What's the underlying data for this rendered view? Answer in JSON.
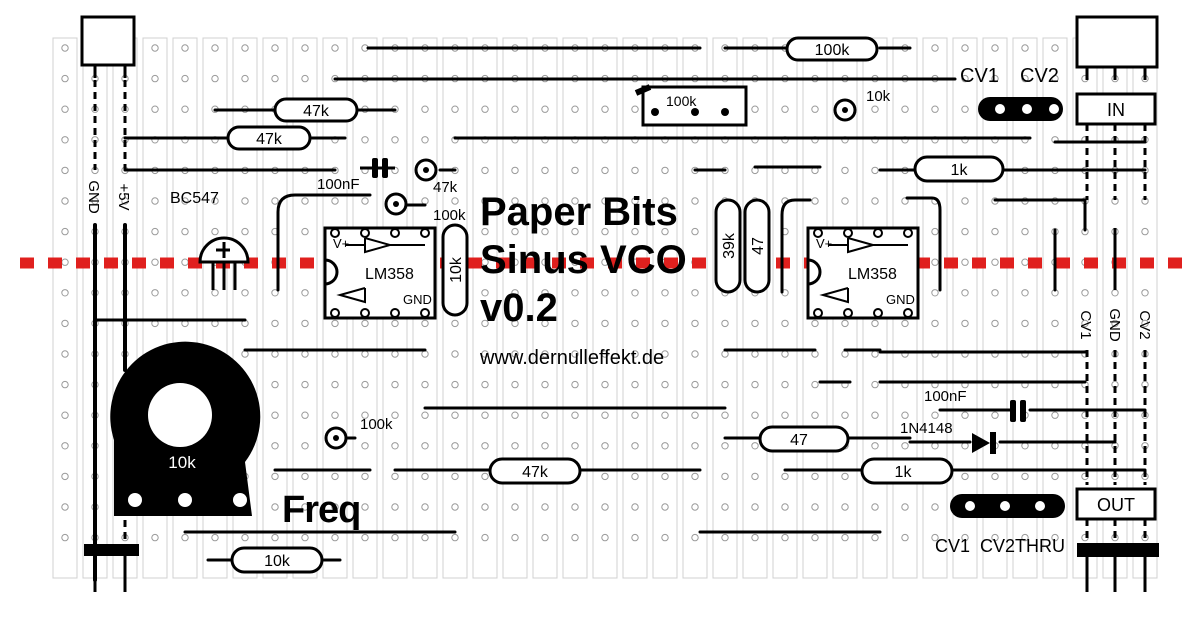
{
  "title": {
    "line1": "Paper Bits",
    "line2": "Sinus VCO",
    "line3": "v0.2",
    "url": "www.dernulleffekt.de"
  },
  "labels": {
    "gnd_left": "GND",
    "plus5v": "+5V",
    "bc547": "BC547",
    "cap_100nf_top": "100nF",
    "r47k_mid": "47k",
    "r100k_mid": "100k",
    "lm358_left": "LM358",
    "lm358_right": "LM358",
    "opamp_vplus_left": "V+",
    "opamp_gnd_left": "GND",
    "opamp_vplus_right": "V+",
    "opamp_gnd_right": "GND",
    "pot_value": "10k",
    "freq": "Freq",
    "trim_100k_low": "100k",
    "trim_10k_top": "10k",
    "trim_100k_top": "100k",
    "cv1_top": "CV1",
    "cv2_top": "CV2",
    "in_box": "IN",
    "cv1_side": "CV1",
    "gnd_side": "GND",
    "cv2_side": "CV2",
    "cap_100nf_right": "100nF",
    "diode_1n4148": "1N4148",
    "out_box": "OUT",
    "cv1_bottom": "CV1",
    "cv2thru_bottom": "CV2THRU"
  },
  "resistors": {
    "r_100k_top": "100k",
    "r_47k_a": "47k",
    "r_47k_b": "47k",
    "r_1k_a": "1k",
    "r_10k_vert": "10k",
    "r_39k_vert": "39k",
    "r_47_vert": "47",
    "r_47_horiz": "47",
    "r_47k_c": "47k",
    "r_1k_b": "1k",
    "r_10k_bottom": "10k"
  },
  "colors": {
    "ink": "#000000",
    "stripboard_line": "#d0d0d0",
    "hole": "#9a9a9a",
    "cut_line": "#e0201e",
    "background": "#ffffff"
  }
}
